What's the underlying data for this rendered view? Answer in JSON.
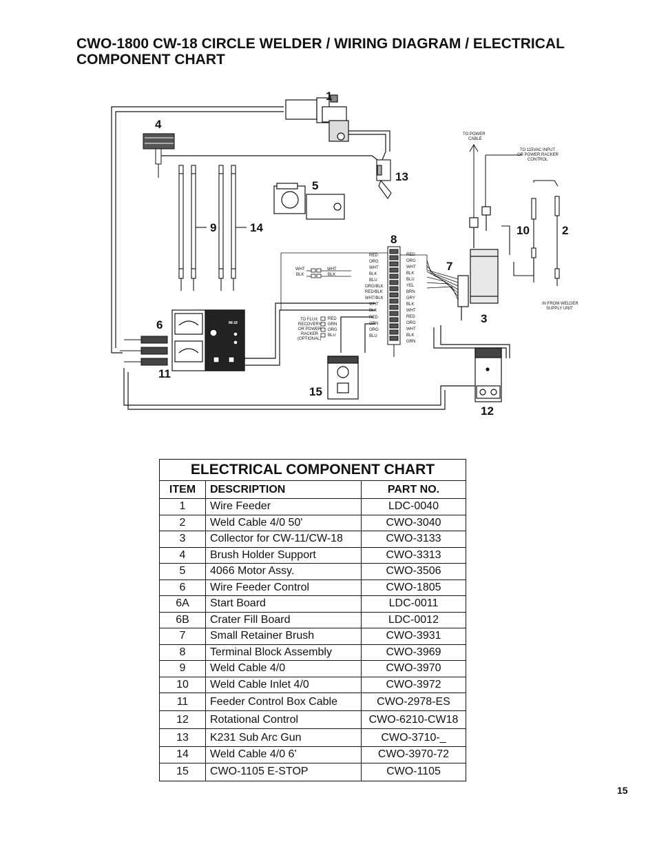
{
  "page": {
    "title_line1": "CWO-1800 CW-18 CIRCLE WELDER / WIRING DIAGRAM / ELECTRICAL",
    "title_line2": "COMPONENT CHART",
    "page_number": "15"
  },
  "diagram": {
    "callouts": [
      "1",
      "2",
      "3",
      "4",
      "5",
      "6",
      "7",
      "8",
      "9",
      "10",
      "11",
      "12",
      "13",
      "14",
      "15"
    ],
    "notes": {
      "to_power_cable_1": "TO POWER",
      "to_power_cable_2": "CABLE",
      "input_1": "TO 115VAC INPUT",
      "input_2": "OR POWER RACKER",
      "input_3": "CONTROL",
      "from_welder_1": "IN FROM WELDER",
      "from_welder_2": "SUPPLY UNIT",
      "flux_1": "TO FLUX",
      "flux_2": "RECOVERY",
      "flux_3": "OR POWER",
      "flux_4": "RACKER",
      "flux_5": "(OPTIONAL)",
      "control_badge": "IM-18"
    },
    "wires_left": [
      "RED",
      "ORG",
      "WHT",
      "BLK",
      "BLU",
      "ORG/BLK",
      "RED/BLK",
      "WHT/BLK",
      "WHT",
      "BLK",
      "RED",
      "GRN",
      "ORG",
      "BLU"
    ],
    "wires_right": [
      "RED",
      "ORG",
      "WHT",
      "BLK",
      "BLU",
      "YEL",
      "BRN",
      "GRY",
      "BLK",
      "WHT",
      "RED",
      "ORG",
      "WHT",
      "BLK",
      "GRN"
    ],
    "motor_wires_left": [
      "WHT",
      "BLK"
    ],
    "motor_wires_right": [
      "WHT",
      "BLK"
    ],
    "flux_wires": [
      "RED",
      "GRN",
      "ORG",
      "BLU"
    ]
  },
  "chart": {
    "title": "ELECTRICAL COMPONENT CHART",
    "headers": {
      "item": "ITEM",
      "description": "DESCRIPTION",
      "part": "PART NO."
    },
    "rows": [
      {
        "item": "1",
        "description": "Wire Feeder",
        "part": "LDC-0040"
      },
      {
        "item": "2",
        "description": "Weld Cable 4/0 50'",
        "part": "CWO-3040"
      },
      {
        "item": "3",
        "description": "Collector for CW-11/CW-18",
        "part": "CWO-3133"
      },
      {
        "item": "4",
        "description": "Brush Holder Support",
        "part": "CWO-3313"
      },
      {
        "item": "5",
        "description": "4066 Motor Assy.",
        "part": "CWO-3506"
      },
      {
        "item": "6",
        "description": "Wire Feeder Control",
        "part": "CWO-1805"
      },
      {
        "item": "6A",
        "description": "Start Board",
        "part": "LDC-0011"
      },
      {
        "item": "6B",
        "description": "Crater Fill Board",
        "part": "LDC-0012"
      },
      {
        "item": "7",
        "description": "Small Retainer Brush",
        "part": "CWO-3931"
      },
      {
        "item": "8",
        "description": "Terminal Block Assembly",
        "part": "CWO-3969"
      },
      {
        "item": "9",
        "description": "Weld Cable 4/0",
        "part": "CWO-3970"
      },
      {
        "item": "10",
        "description": "Weld Cable Inlet 4/0",
        "part": "CWO-3972"
      },
      {
        "item": "11",
        "description": "Feeder Control Box Cable",
        "part": "CWO-2978-ES"
      },
      {
        "item": "12",
        "description": "Rotational Control",
        "part": "CWO-6210-CW18"
      },
      {
        "item": "13",
        "description": "K231 Sub Arc Gun",
        "part": "CWO-3710-_"
      },
      {
        "item": "14",
        "description": "Weld Cable 4/0 6'",
        "part": "CWO-3970-72"
      },
      {
        "item": "15",
        "description": "CWO-1105 E-STOP",
        "part": "CWO-1105"
      }
    ]
  }
}
